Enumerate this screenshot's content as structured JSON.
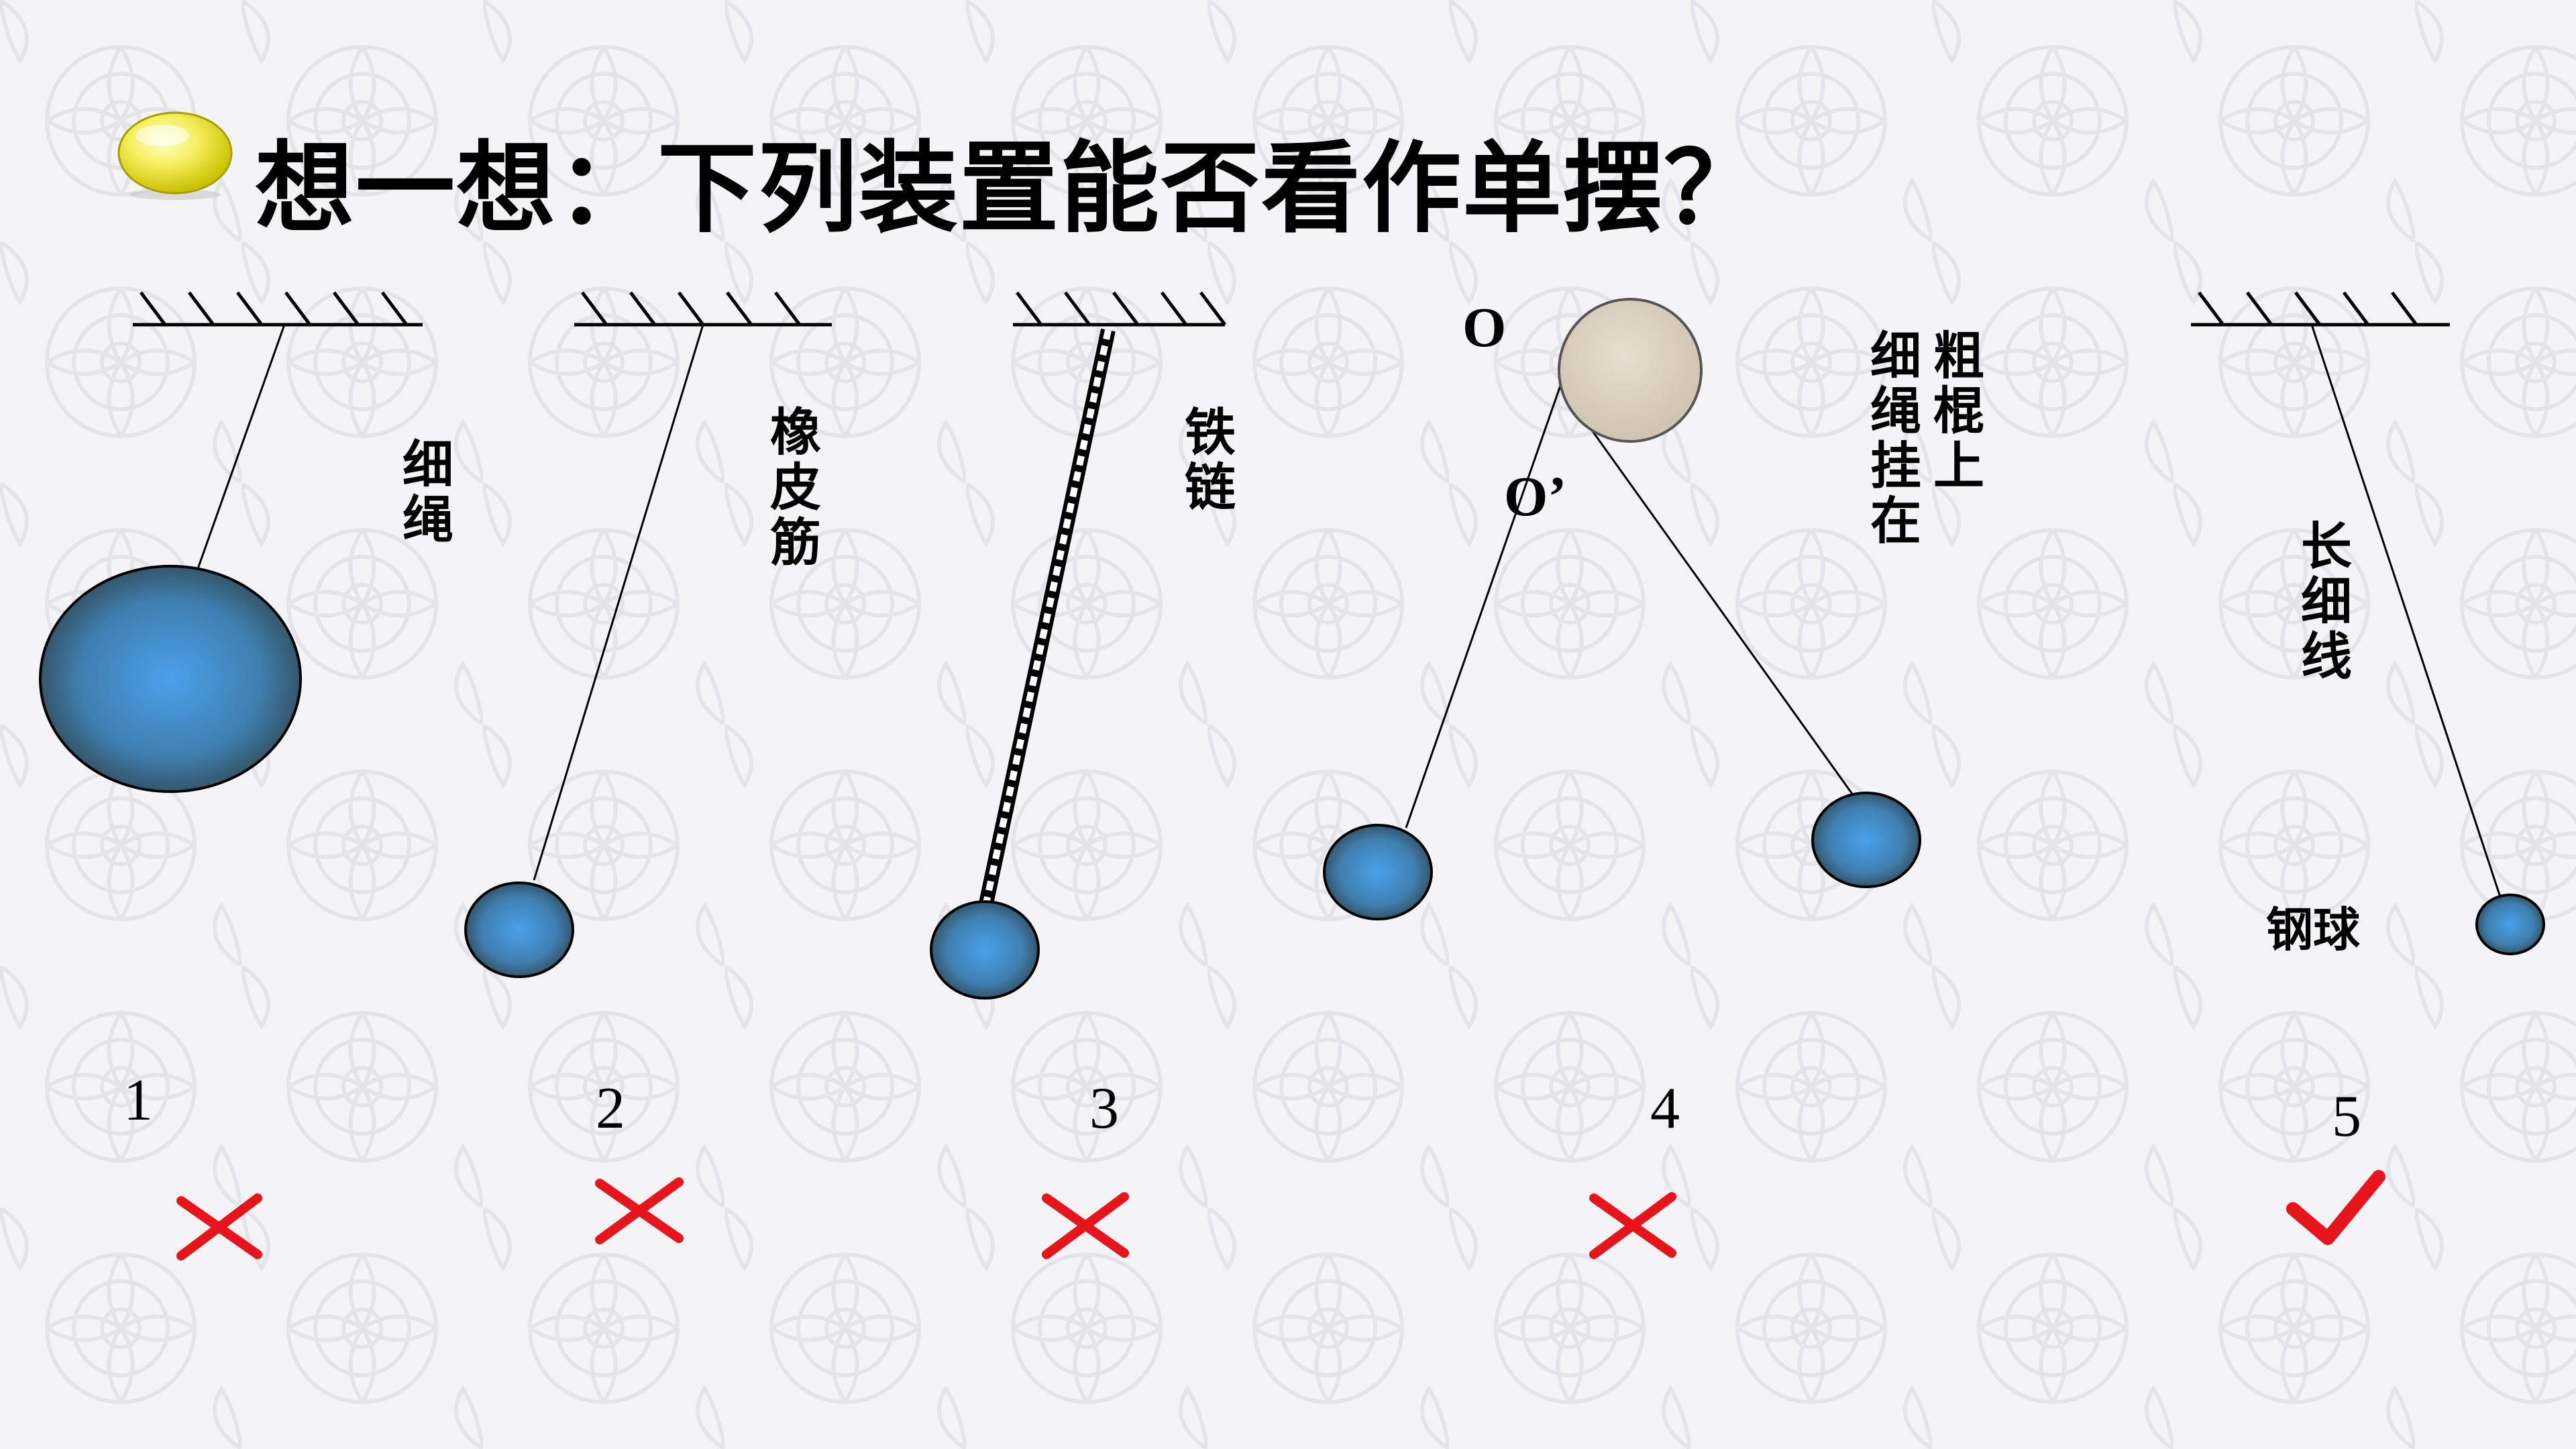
{
  "slide": {
    "title": "想一想：下列装置能否看作单摆？",
    "bullet_icon": "yellow-sphere-bullet-icon"
  },
  "pendulums": [
    {
      "number": "1",
      "label": "细绳",
      "verdict": "wrong"
    },
    {
      "number": "2",
      "label": "橡皮筋",
      "verdict": "wrong"
    },
    {
      "number": "3",
      "label": "铁链",
      "verdict": "wrong"
    },
    {
      "number": "4",
      "label_col1": "细绳挂在",
      "label_col2": "粗棍上",
      "pivot_O": "O",
      "pivot_O2": "O’",
      "verdict": "wrong"
    },
    {
      "number": "5",
      "label": "长细线",
      "ball_label": "钢球",
      "verdict": "correct"
    }
  ],
  "colors": {
    "wrong_mark": "#e8141c",
    "correct_mark": "#e8141c",
    "ball_center": "#4a9be0",
    "ball_edge": "#3b5f73",
    "rod": "#d9cfc0",
    "background": "#f3f3f5"
  }
}
